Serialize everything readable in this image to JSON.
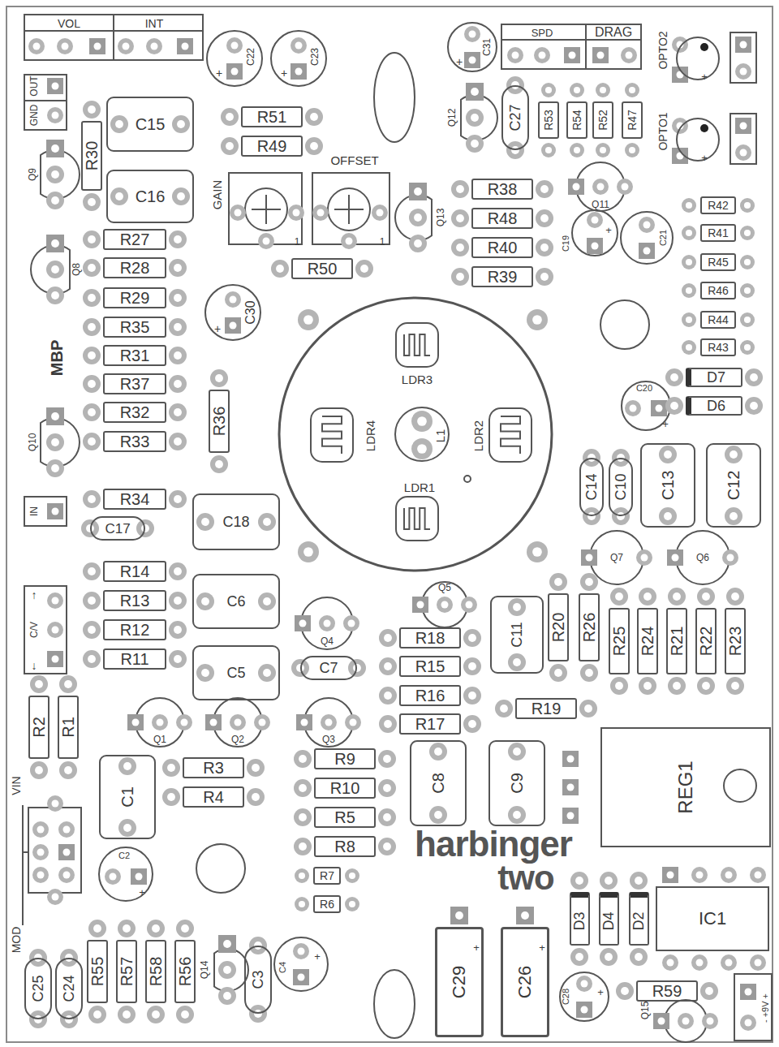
{
  "diagram": {
    "nodes": [
      {
        "text": [
          "C15"
        ]
      },
      {
        "text": [
          "C16"
        ]
      },
      {
        "text": [
          "R51"
        ]
      },
      {
        "text": [
          "R49"
        ]
      },
      {
        "text": [
          "C27"
        ]
      },
      {
        "text": [
          "R53"
        ]
      },
      {
        "text": [
          "R54"
        ]
      },
      {
        "text": [
          "R52"
        ]
      },
      {
        "text": [
          "R47"
        ]
      },
      {
        "text": [
          "R30"
        ]
      },
      {
        "text": [
          "R38"
        ]
      },
      {
        "text": [
          "R48"
        ]
      },
      {
        "text": [
          "R40"
        ]
      },
      {
        "text": [
          "R39"
        ]
      },
      {
        "text": [
          "R50"
        ]
      },
      {
        "text": [
          "R27"
        ]
      },
      {
        "text": [
          "R28"
        ]
      },
      {
        "text": [
          "R29"
        ]
      },
      {
        "text": [
          "R35"
        ]
      },
      {
        "text": [
          "R31"
        ]
      },
      {
        "text": [
          "R37"
        ]
      },
      {
        "text": [
          "R32"
        ]
      },
      {
        "text": [
          "R33"
        ]
      },
      {
        "text": [
          "R42"
        ]
      },
      {
        "text": [
          "R41"
        ]
      },
      {
        "text": [
          "R45"
        ]
      },
      {
        "text": [
          "R46"
        ]
      },
      {
        "text": [
          "R44"
        ]
      },
      {
        "text": [
          "R43"
        ]
      },
      {
        "text": [
          "D7"
        ]
      },
      {
        "text": [
          "D6"
        ]
      },
      {
        "text": [
          "R36"
        ]
      },
      {
        "text": [
          "C14"
        ]
      },
      {
        "text": [
          "C10"
        ]
      },
      {
        "text": [
          "C13"
        ]
      },
      {
        "text": [
          "C12"
        ]
      },
      {
        "text": [
          "R34"
        ]
      },
      {
        "text": [
          "C17"
        ]
      },
      {
        "text": [
          "C18"
        ]
      },
      {
        "text": [
          "R14"
        ]
      },
      {
        "text": [
          "R13"
        ]
      },
      {
        "text": [
          "R12"
        ]
      },
      {
        "text": [
          "R11"
        ]
      },
      {
        "text": [
          "C6"
        ]
      },
      {
        "text": [
          "C5"
        ]
      },
      {
        "text": [
          "C11"
        ]
      },
      {
        "text": [
          "R20"
        ]
      },
      {
        "text": [
          "R26"
        ]
      },
      {
        "text": [
          "R25"
        ]
      },
      {
        "text": [
          "R24"
        ]
      },
      {
        "text": [
          "R21"
        ]
      },
      {
        "text": [
          "R22"
        ]
      },
      {
        "text": [
          "R23"
        ]
      },
      {
        "text": [
          "C7"
        ]
      },
      {
        "text": [
          "R18"
        ]
      },
      {
        "text": [
          "R15"
        ]
      },
      {
        "text": [
          "R16"
        ]
      },
      {
        "text": [
          "R17"
        ]
      },
      {
        "text": [
          "R19"
        ]
      },
      {
        "text": [
          "R2"
        ]
      },
      {
        "text": [
          "R1"
        ]
      },
      {
        "text": [
          "REG1"
        ]
      },
      {
        "text": [
          "R3"
        ]
      },
      {
        "text": [
          "R4"
        ]
      },
      {
        "text": [
          "R9"
        ]
      },
      {
        "text": [
          "R10"
        ]
      },
      {
        "text": [
          "R5"
        ]
      },
      {
        "text": [
          "R8"
        ]
      },
      {
        "text": [
          "C8"
        ]
      },
      {
        "text": [
          "C9"
        ]
      },
      {
        "text": [
          "C1"
        ]
      },
      {
        "text": [
          "R7"
        ]
      },
      {
        "text": [
          "R6"
        ]
      },
      {
        "text": [
          "D3"
        ]
      },
      {
        "text": [
          "D4"
        ]
      },
      {
        "text": [
          "D2"
        ]
      },
      {
        "text": [
          "IC1"
        ]
      },
      {
        "text": [
          "R55"
        ]
      },
      {
        "text": [
          "R57"
        ]
      },
      {
        "text": [
          "R58"
        ]
      },
      {
        "text": [
          "R56"
        ]
      },
      {
        "text": [
          "C3"
        ]
      },
      {
        "text": [
          "C25"
        ]
      },
      {
        "text": [
          "C24"
        ]
      },
      {
        "text": [
          "C29"
        ]
      },
      {
        "text": [
          "C26"
        ]
      },
      {
        "text": [
          "R59"
        ]
      }
    ],
    "edges": [],
    "labels": [
      "VOL",
      "INT",
      "OUT",
      "GND",
      "+",
      "C22",
      "+",
      "C23",
      "+",
      "C31",
      "SPD",
      "DRAG",
      "OPTO2",
      "+",
      "OPTO1",
      "+",
      "Q12",
      "GAIN",
      "OFFSET",
      "1",
      "1",
      "Q9",
      "Q13",
      "Q11",
      "+",
      "C19",
      "C21",
      "Q8",
      "+",
      "C30",
      "MBP",
      "LDR3",
      "LDR4",
      "L1",
      "LDR2",
      "LDR1",
      "C20",
      "+",
      "Q10",
      "IN",
      "Q7",
      "Q6",
      "Q5",
      "↑",
      "C/V",
      "↓",
      "Q4",
      "Q1",
      "Q2",
      "Q3",
      "VIN",
      "C2",
      "+",
      "harbinger",
      "two",
      "MOD",
      "+",
      "C4",
      "Q14",
      "+",
      "+",
      "+",
      "C28",
      "Q15",
      "- +9V +"
    ]
  }
}
